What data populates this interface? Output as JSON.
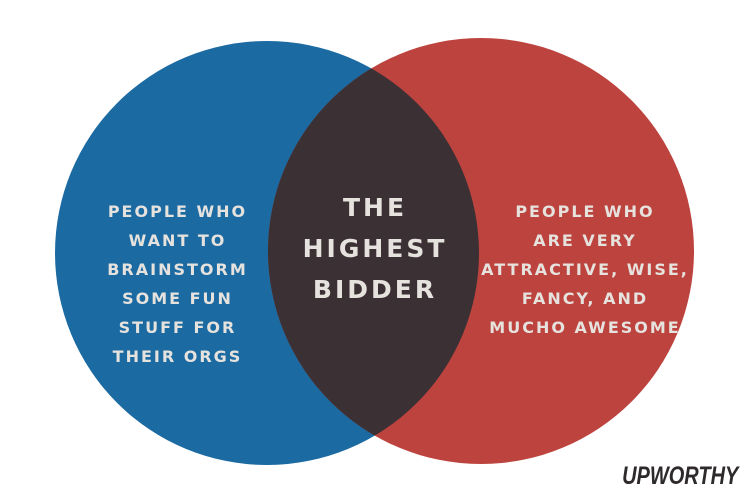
{
  "colors": {
    "left": "#1b6aa2",
    "right": "#bd433e",
    "overlap": "#3b3034",
    "text": "#e6e2de"
  },
  "left_label": [
    "PEOPLE WHO",
    "WANT TO",
    "BRAINSTORM",
    "SOME FUN",
    "STUFF FOR",
    "THEIR ORGS"
  ],
  "center_label": [
    "THE",
    "HIGHEST",
    "BIDDER"
  ],
  "right_label": [
    "PEOPLE WHO",
    "ARE VERY",
    "ATTRACTIVE, WISE,",
    "FANCY, AND",
    "MUCHO AWESOME"
  ],
  "logo": "UPWORTHY"
}
